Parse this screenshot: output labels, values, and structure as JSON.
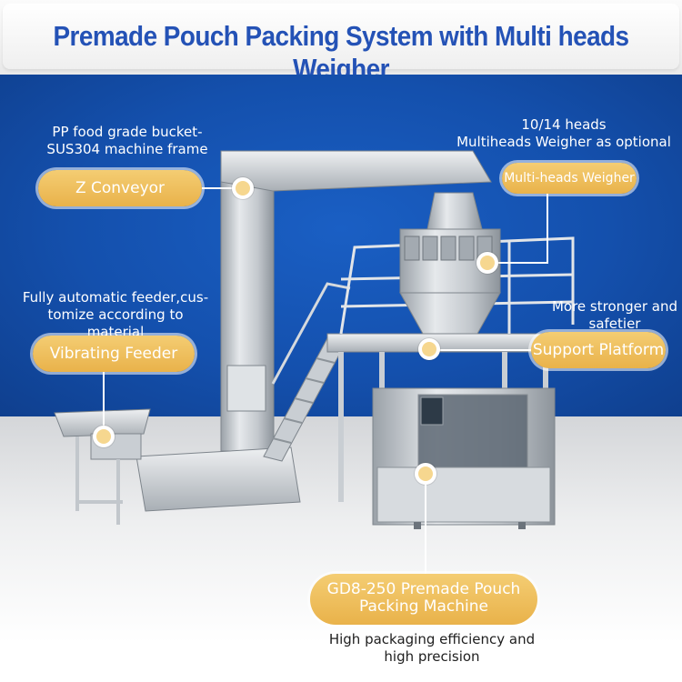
{
  "title": "Premade Pouch Packing System with Multi heads Weigher",
  "callouts": {
    "z_conveyor": {
      "label": "Z Conveyor",
      "description_line1": "PP food grade bucket-",
      "description_line2": "SUS304 machine frame"
    },
    "vibrating_feeder": {
      "label": "Vibrating Feeder",
      "description_line1": "Fully automatic feeder,cus-",
      "description_line2": "tomize according to material"
    },
    "multihead_weigher": {
      "label": "Multi-heads Weigher",
      "description_line1": "10/14 heads",
      "description_line2": "Multiheads Weigher as optional"
    },
    "support_platform": {
      "label": "Support Platform",
      "description_line1": "More stronger and",
      "description_line2": "safetier"
    },
    "packing_machine": {
      "label_line1": "GD8-250 Premade Pouch",
      "label_line2": "Packing Machine",
      "description_line1": "High packaging efficiency and",
      "description_line2": "high precision"
    }
  },
  "colors": {
    "title": "#2452b6",
    "band": "#1450ad",
    "pill": "#e9b24a"
  }
}
